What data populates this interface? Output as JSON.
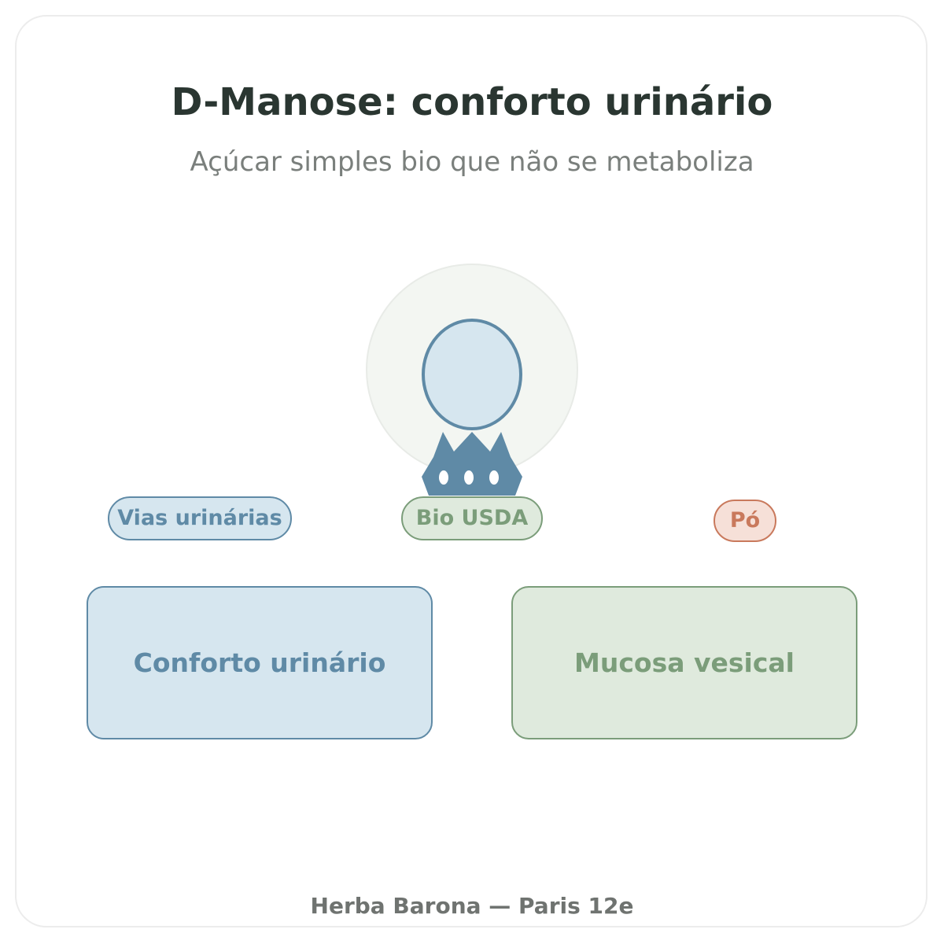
{
  "title": "D-Manose: conforto urinário",
  "subtitle": "Açúcar simples bio que não se metaboliza",
  "illustration": {
    "icon": "bladder-icon",
    "halo_color": "#f3f6f2",
    "fill_color": "#d6e6ef",
    "stroke_color": "#5f8aa6"
  },
  "tags": {
    "vias": "Vias urinárias",
    "bio": "Bio USDA",
    "po": "Pó"
  },
  "boxes": {
    "conforto": "Conforto urinário",
    "mucosa": "Mucosa vesical"
  },
  "footer": "Herba Barona — Paris 12e",
  "colors": {
    "blue": "#5f8aa6",
    "green": "#7b9d7a",
    "orange": "#c9795c",
    "title": "#2a3631"
  }
}
